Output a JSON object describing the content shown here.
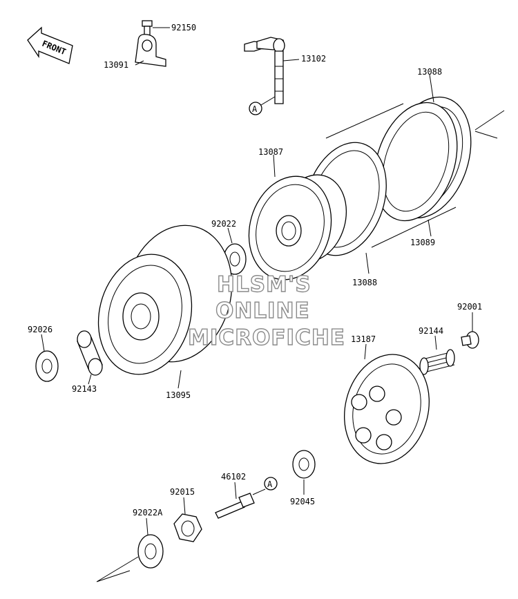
{
  "diagram": {
    "front_label": "FRONT",
    "callout": "A",
    "parts": [
      {
        "number": "92150"
      },
      {
        "number": "13091"
      },
      {
        "number": "13102"
      },
      {
        "number": "13088"
      },
      {
        "number": "13087"
      },
      {
        "number": "92022"
      },
      {
        "number": "13089"
      },
      {
        "number": "13088"
      },
      {
        "number": "92001"
      },
      {
        "number": "92026"
      },
      {
        "number": "92144"
      },
      {
        "number": "13187"
      },
      {
        "number": "92143"
      },
      {
        "number": "13095"
      },
      {
        "number": "46102"
      },
      {
        "number": "92015"
      },
      {
        "number": "92045"
      },
      {
        "number": "92022A"
      }
    ],
    "watermark": [
      "HLSM'S",
      "ONLINE",
      "MICROFICHE"
    ]
  }
}
